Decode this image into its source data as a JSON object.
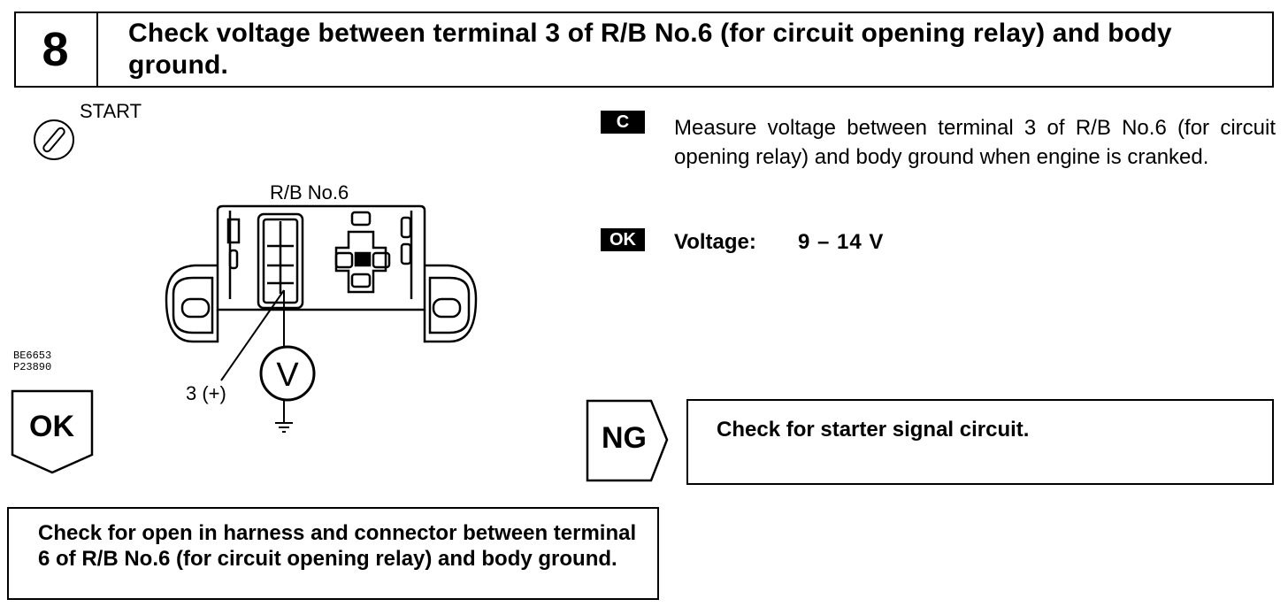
{
  "step": {
    "number": "8",
    "title": "Check voltage between terminal 3 of R/B No.6 (for circuit opening relay) and body ground."
  },
  "diagram": {
    "start_label": "START",
    "relay_block_label": "R/B No.6",
    "terminal_label": "3 (+)",
    "meter_symbol": "V",
    "ref_codes": [
      "BE6653",
      "P23890"
    ]
  },
  "procedure": {
    "check_badge": "C",
    "measure_text": "Measure voltage between terminal 3 of R/B No.6 (for circuit opening relay) and body ground when engine is cranked.",
    "ok_badge": "OK",
    "voltage_label": "Voltage:",
    "voltage_value": "9 – 14 V"
  },
  "results": {
    "ng_label": "NG",
    "ng_action": "Check for starter signal circuit.",
    "ok_label": "OK",
    "ok_action": "Check for open in harness and connector between terminal 6 of R/B No.6 (for circuit opening relay) and body ground."
  }
}
